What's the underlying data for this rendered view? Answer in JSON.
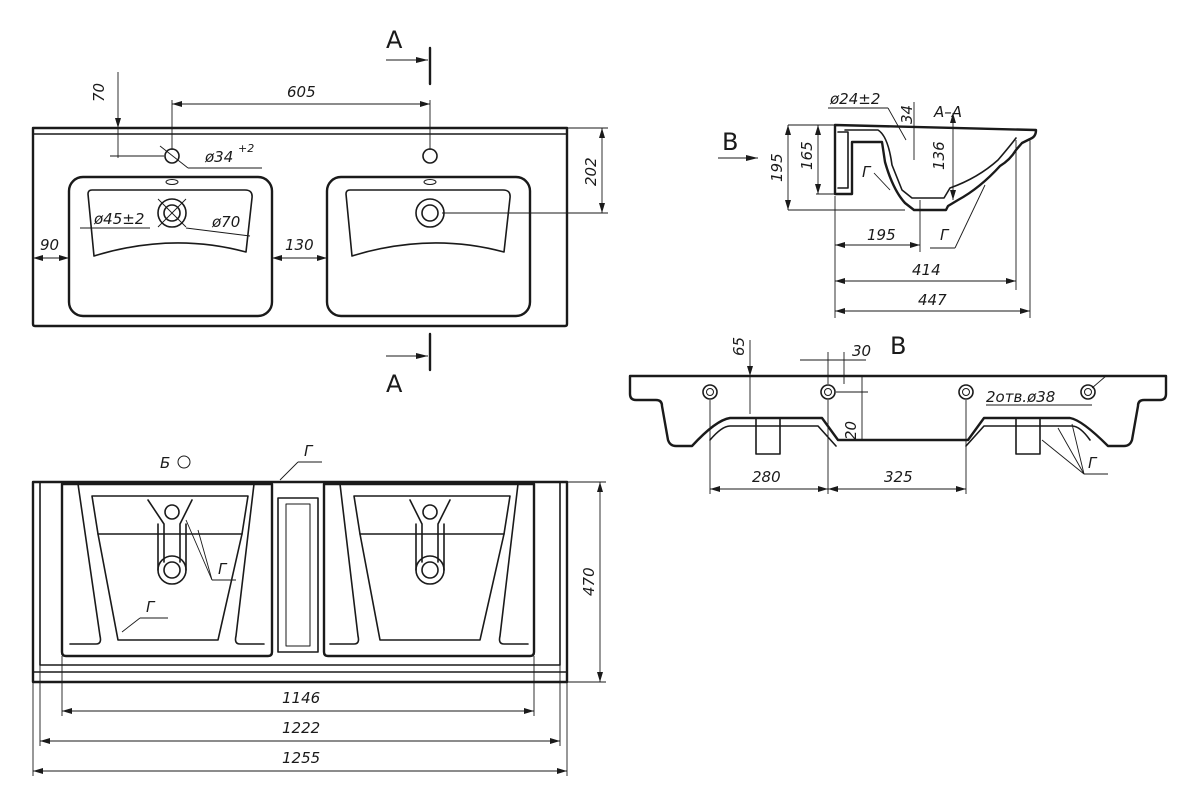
{
  "colors": {
    "line": "#1a1a1a",
    "background": "#ffffff"
  },
  "section_labels": {
    "a_top": "А",
    "a_bottom": "А",
    "b_arrow": "В",
    "b_view": "В",
    "aa_title": "А–А",
    "b_detail": "Б"
  },
  "front_view": {
    "dim_605": "605",
    "dim_70": "70",
    "dim_d34": "ø34",
    "dim_d34_tol": "+2",
    "dim_d45": "ø45±2",
    "dim_d70": "ø70",
    "dim_90": "90",
    "dim_130": "130",
    "dim_202": "202"
  },
  "section_aa": {
    "dim_d24": "ø24±2",
    "dim_34": "34",
    "dim_136": "136",
    "dim_195h": "195",
    "dim_165": "165",
    "dim_195": "195",
    "dim_414": "414",
    "dim_447": "447",
    "callout_g1": "Г",
    "callout_g2": "Г"
  },
  "view_b": {
    "dim_65": "65",
    "dim_30": "30",
    "dim_20": "20",
    "dim_holes": "2отв.ø38",
    "dim_280": "280",
    "dim_325": "325",
    "callout_g": "Г"
  },
  "top_view": {
    "callout_g_top": "Г",
    "callout_g_mid": "Г",
    "callout_g_low": "Г",
    "dim_470": "470",
    "dim_1146": "1146",
    "dim_1222": "1222",
    "dim_1255": "1255"
  }
}
